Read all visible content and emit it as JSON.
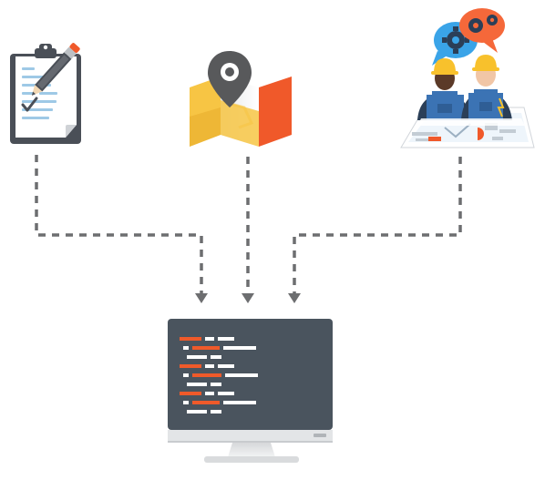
{
  "diagram": {
    "nodes": [
      {
        "id": "checklist",
        "icon": "clipboard-checklist-icon"
      },
      {
        "id": "map",
        "icon": "map-pin-icon"
      },
      {
        "id": "engineers",
        "icon": "engineers-blueprint-icon"
      },
      {
        "id": "computer",
        "icon": "computer-monitor-code-icon"
      }
    ],
    "edges": [
      {
        "from": "checklist",
        "to": "computer",
        "style": "dashed-arrow"
      },
      {
        "from": "map",
        "to": "computer",
        "style": "dashed-arrow"
      },
      {
        "from": "engineers",
        "to": "computer",
        "style": "dashed-arrow"
      }
    ]
  },
  "colors": {
    "dash": "#6d6e70",
    "clipboard_frame": "#4a4f57",
    "map_yellow": "#f7c544",
    "map_orange": "#f0592a",
    "pin": "#58595b",
    "hardhat": "#f8c12c",
    "overalls": "#3b73b4",
    "monitor_frame": "#4a545e",
    "code_orange": "#ef5a2a",
    "code_white": "#ffffff",
    "bubble_blue": "#3aa4e8",
    "bubble_orange": "#f5683a"
  }
}
